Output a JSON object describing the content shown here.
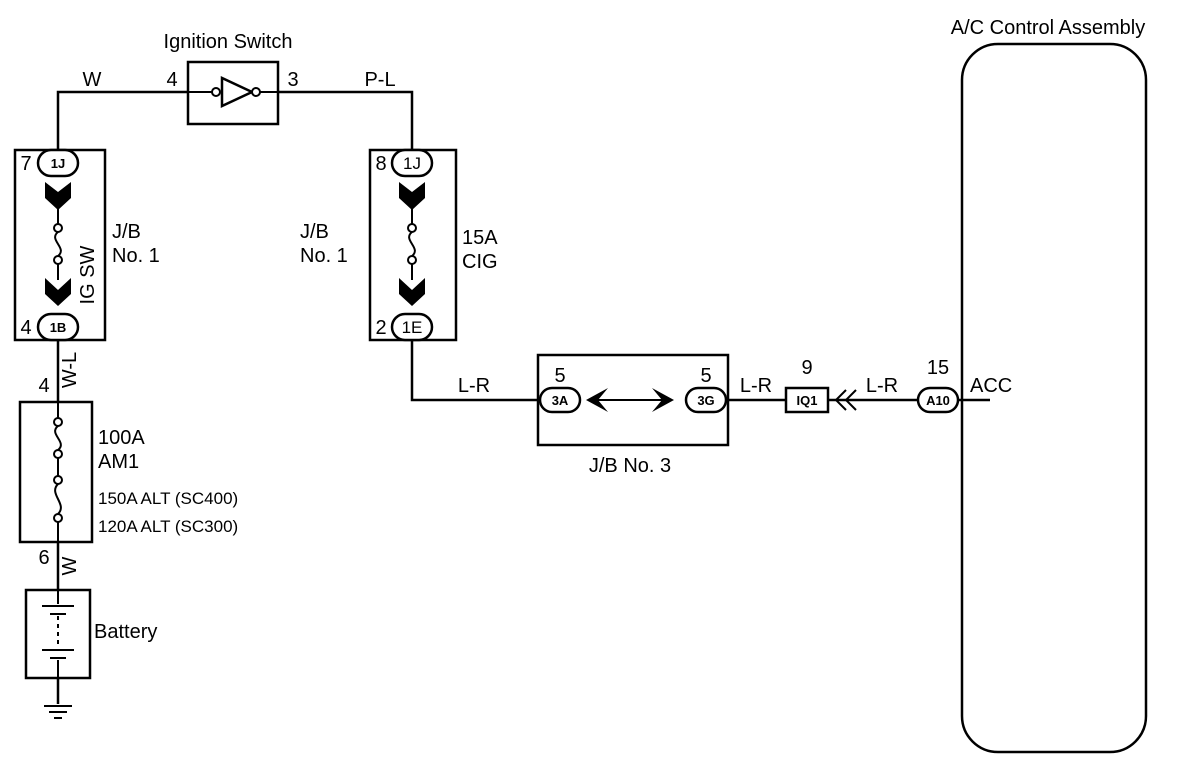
{
  "components": {
    "ignition_switch": {
      "label": "Ignition Switch",
      "pin_left": "4",
      "pin_right": "3"
    },
    "jb1_left": {
      "label_line1": "J/B",
      "label_line2": "No. 1",
      "vertical_label": "IG SW",
      "top_pin": "7",
      "top_connector": "1J",
      "bottom_pin": "4",
      "bottom_connector": "1B"
    },
    "jb1_right": {
      "label_line1": "J/B",
      "label_line2": "No. 1",
      "fuse_rating": "15A",
      "fuse_name": "CIG",
      "top_pin": "8",
      "top_connector": "1J",
      "bottom_pin": "2",
      "bottom_connector": "1E"
    },
    "fusible_link": {
      "top_pin": "4",
      "bottom_pin": "6",
      "am1_rating": "100A",
      "am1_name": "AM1",
      "alt_line1": "150A ALT (SC400)",
      "alt_line2": "120A ALT (SC300)"
    },
    "battery": {
      "label": "Battery"
    },
    "jb3": {
      "label": "J/B No. 3",
      "pin_left": "5",
      "connector_left": "3A",
      "pin_right": "5",
      "connector_right": "3G"
    },
    "junction_iq1": {
      "pin": "9",
      "connector": "IQ1"
    },
    "ac_control": {
      "label": "A/C Control Assembly",
      "pin": "15",
      "connector": "A10",
      "terminal": "ACC"
    }
  },
  "wires": {
    "w_top": "W",
    "pl_top": "P-L",
    "wl_vertical": "W-L",
    "w_bottom": "W",
    "lr_1": "L-R",
    "lr_2": "L-R",
    "lr_3": "L-R"
  }
}
